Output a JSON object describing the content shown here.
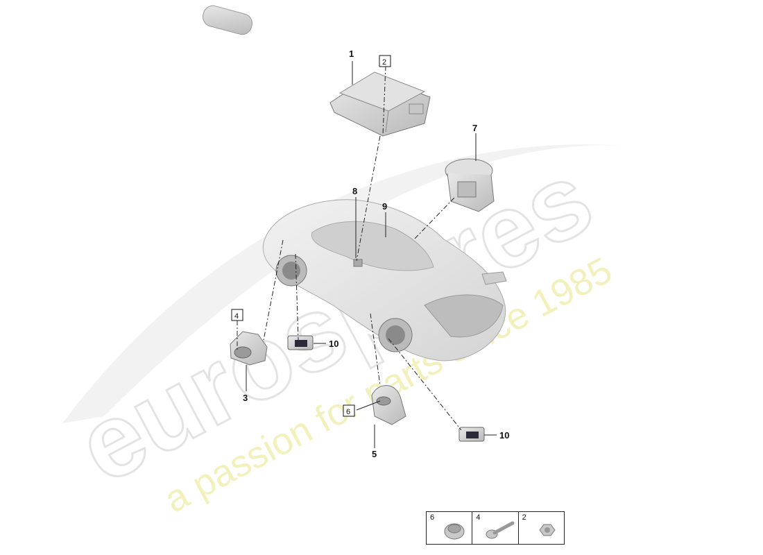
{
  "watermark": {
    "brand": "eurospares",
    "tagline": "a passion for parts since 1985"
  },
  "callouts": {
    "c1": "1",
    "c2": "2",
    "c3": "3",
    "c4": "4",
    "c5": "5",
    "c6": "6",
    "c7": "7",
    "c8": "8",
    "c9": "9",
    "c10a": "10",
    "c10b": "10"
  },
  "legend": [
    {
      "number": "6",
      "part": "nut-icon"
    },
    {
      "number": "4",
      "part": "bolt-icon"
    },
    {
      "number": "2",
      "part": "hex-nut-icon"
    }
  ]
}
